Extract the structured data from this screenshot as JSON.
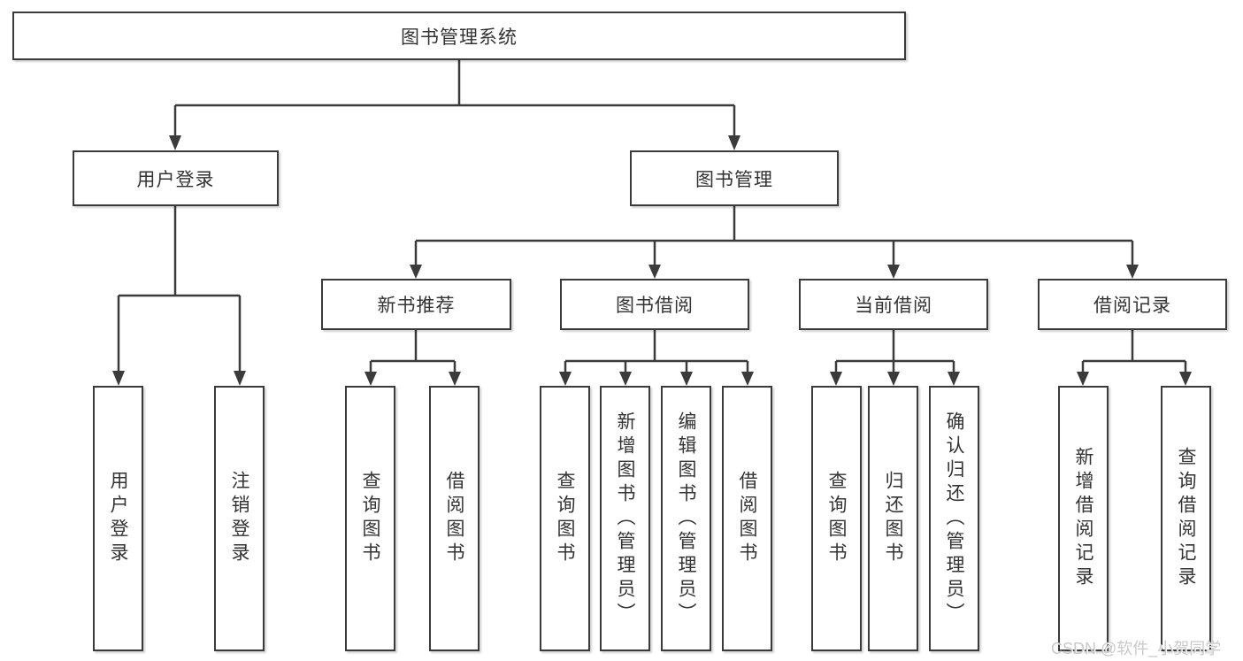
{
  "tree": {
    "root": {
      "label": "图书管理系统"
    },
    "children": [
      {
        "label": "用户登录",
        "leaves": [
          {
            "label": "用户登录"
          },
          {
            "label": "注销登录"
          }
        ]
      },
      {
        "label": "图书管理",
        "children": [
          {
            "label": "新书推荐",
            "leaves": [
              {
                "label": "查询图书"
              },
              {
                "label": "借阅图书"
              }
            ]
          },
          {
            "label": "图书借阅",
            "leaves": [
              {
                "label": "查询图书"
              },
              {
                "label": "新增图书（管理员）"
              },
              {
                "label": "编辑图书（管理员）"
              },
              {
                "label": "借阅图书"
              }
            ]
          },
          {
            "label": "当前借阅",
            "leaves": [
              {
                "label": "查询图书"
              },
              {
                "label": "归还图书"
              },
              {
                "label": "确认归还（管理员）"
              }
            ]
          },
          {
            "label": "借阅记录",
            "leaves": [
              {
                "label": "新增借阅记录"
              },
              {
                "label": "查询借阅记录"
              }
            ]
          }
        ]
      }
    ]
  },
  "watermark": {
    "text": "CSDN @软件_小贺同学"
  },
  "colors": {
    "line": "#3b3b3b",
    "text": "#333333",
    "watermark": "#c9c9c9",
    "background": "#ffffff"
  }
}
